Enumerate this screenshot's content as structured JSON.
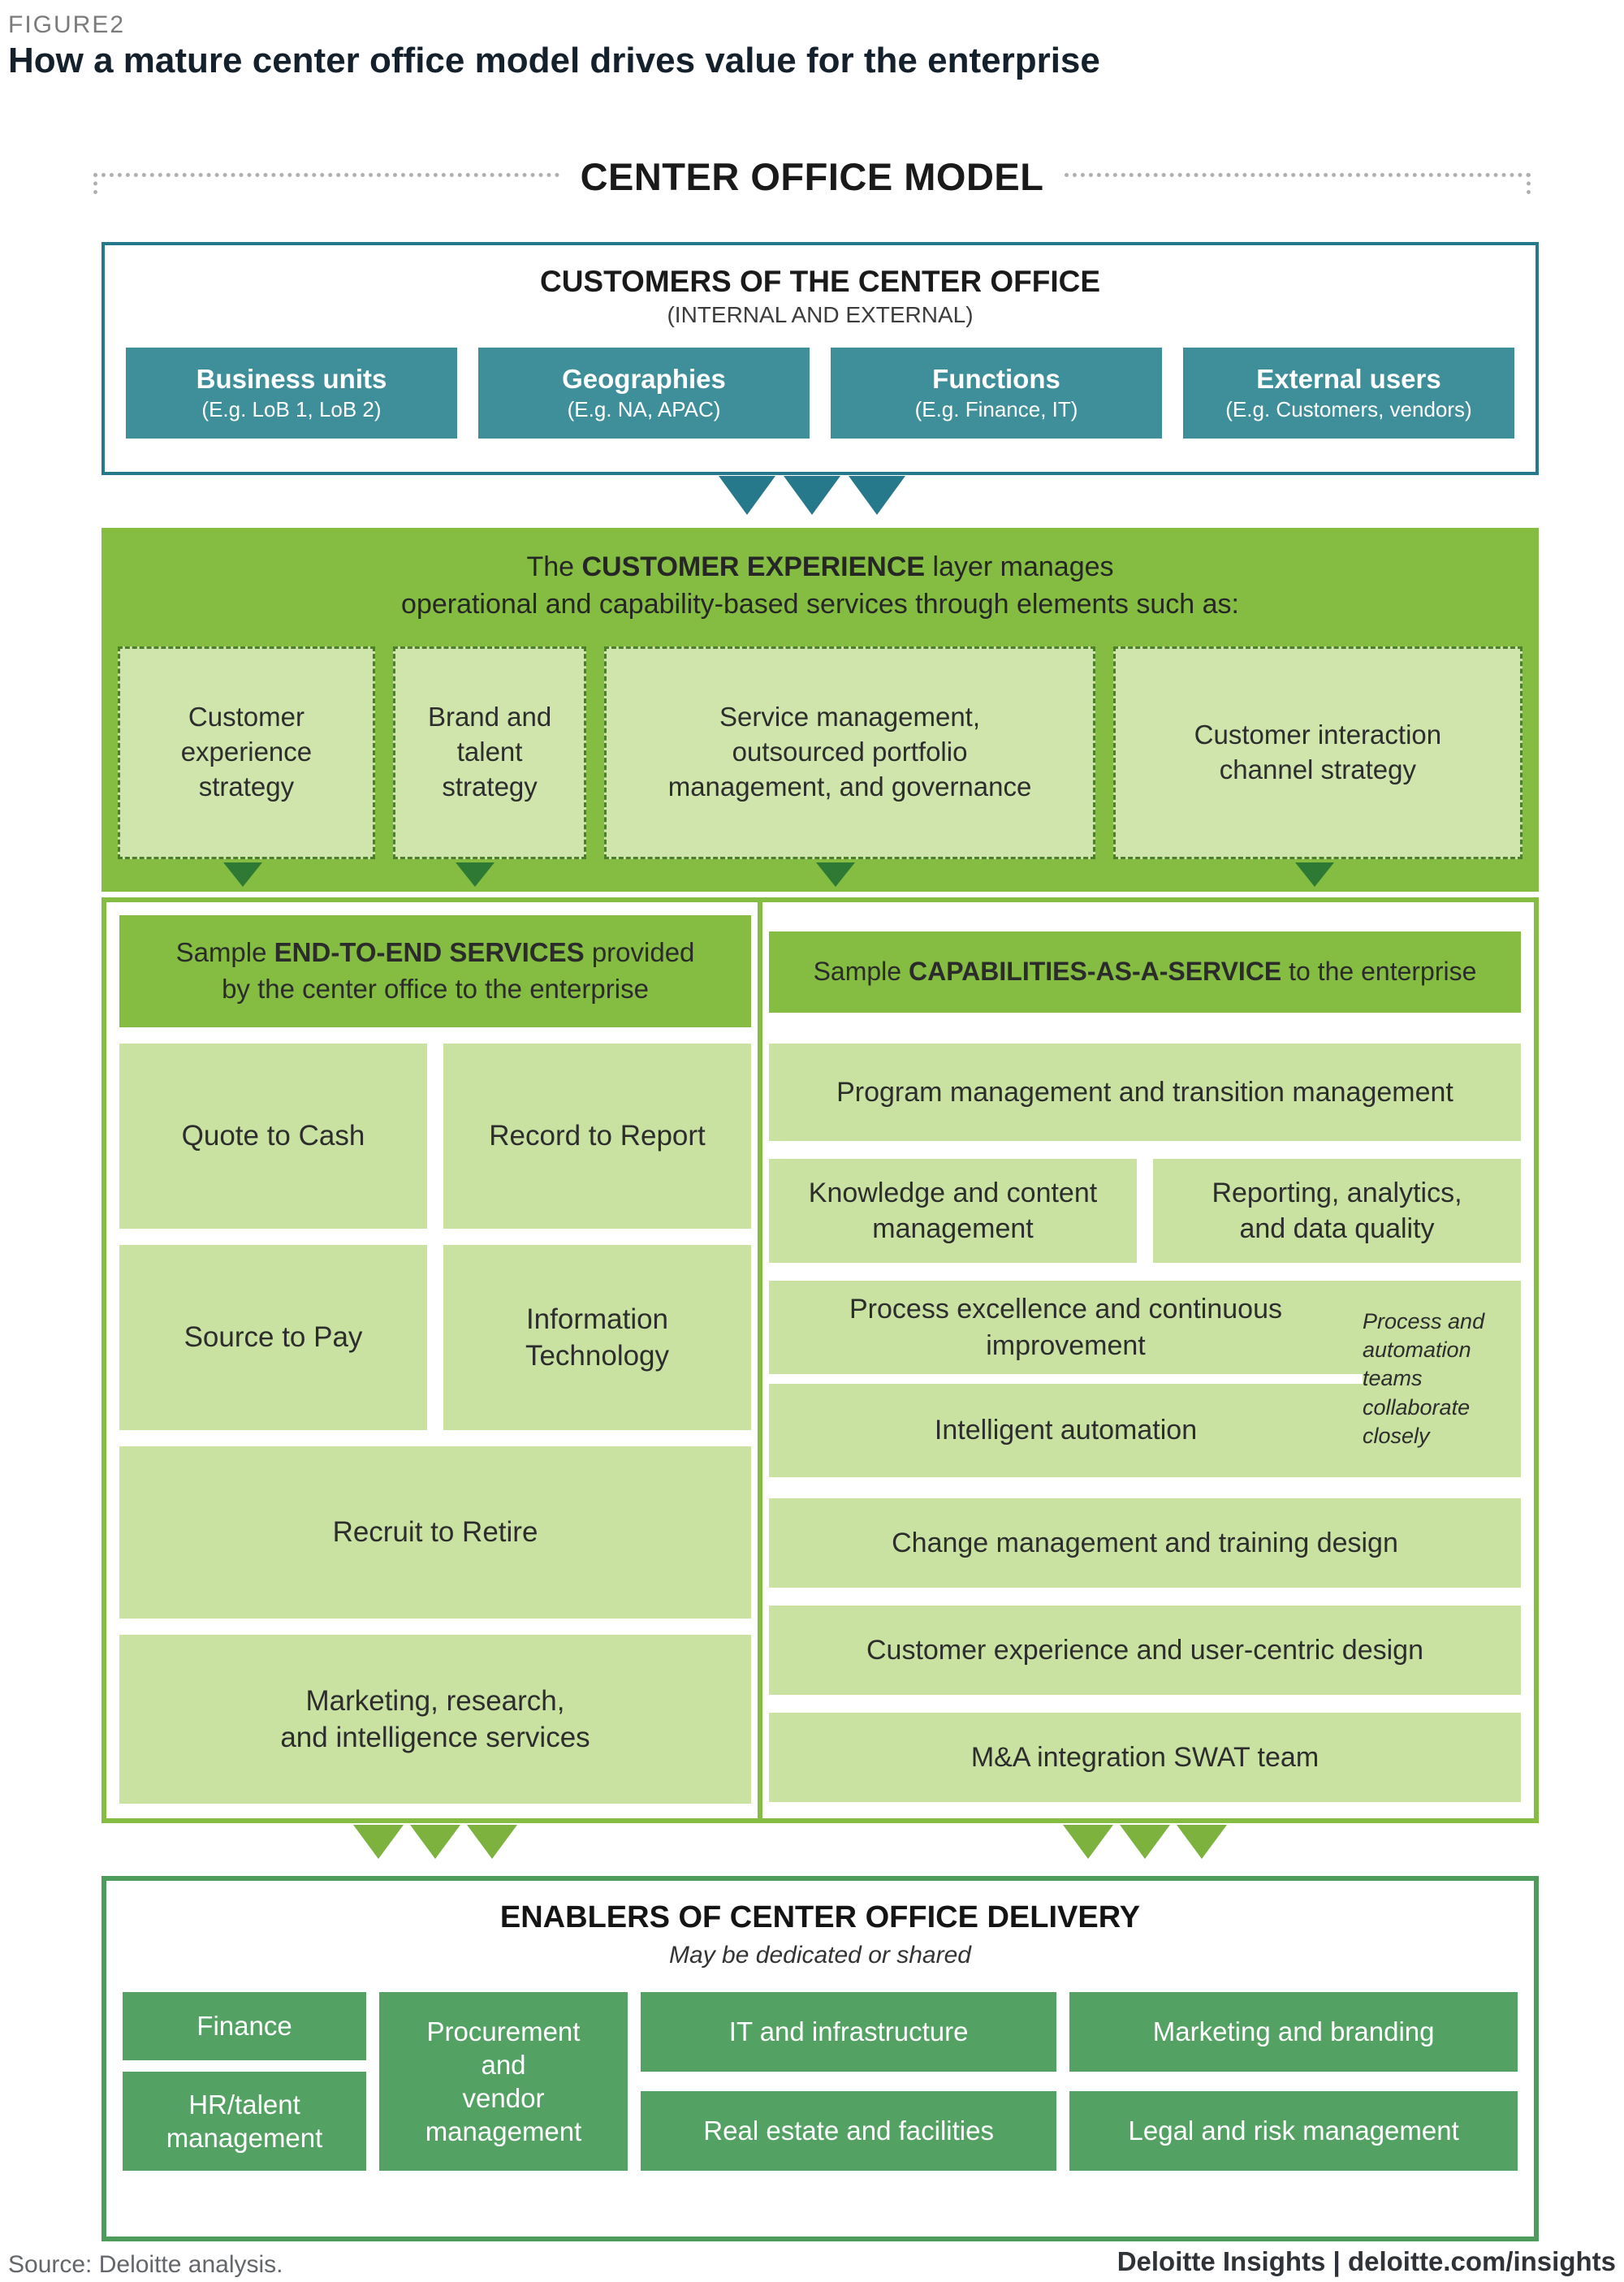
{
  "figure": {
    "label": "FIGURE2",
    "title": "How a mature center office model drives value for the enterprise",
    "model_heading": "CENTER OFFICE MODEL",
    "source": "Source: Deloitte analysis.",
    "brand": "Deloitte Insights | deloitte.com/insights"
  },
  "colors": {
    "teal_fill": "#3E8F9A",
    "teal_border": "#26798B",
    "green": "#84BD41",
    "green_light": "#C9E2A2",
    "green_arrow_dark": "#2E7A35",
    "enabler_green": "#54A164",
    "enabler_border": "#4E9C5C"
  },
  "customers": {
    "title": "CUSTOMERS OF THE CENTER OFFICE",
    "subtitle": "(INTERNAL AND EXTERNAL)",
    "items": [
      {
        "label": "Business units",
        "sublabel": "(E.g. LoB 1, LoB 2)"
      },
      {
        "label": "Geographies",
        "sublabel": "(E.g. NA, APAC)"
      },
      {
        "label": "Functions",
        "sublabel": "(E.g. Finance, IT)"
      },
      {
        "label": "External users",
        "sublabel": "(E.g. Customers, vendors)"
      }
    ]
  },
  "customer_experience": {
    "line1_prefix": "The ",
    "line1_bold": "CUSTOMER EXPERIENCE",
    "line1_suffix": " layer manages",
    "line2": "operational and capability-based services through elements such as:",
    "items": [
      "Customer experience strategy",
      "Brand and talent strategy",
      "Service management,\noutsourced portfolio\nmanagement, and governance",
      "Customer interaction\nchannel strategy"
    ]
  },
  "end_to_end": {
    "header_prefix": "Sample ",
    "header_bold": "END-TO-END SERVICES",
    "header_suffix": " provided by the center office to the enterprise",
    "items": [
      "Quote to Cash",
      "Record to Report",
      "Source to Pay",
      "Information\nTechnology",
      "Recruit to Retire",
      "Marketing, research,\nand intelligence services"
    ]
  },
  "capabilities": {
    "header_prefix": "Sample ",
    "header_bold": "CAPABILITIES-AS-A-SERVICE",
    "header_suffix": " to the enterprise",
    "items": [
      "Program management and transition management",
      "Knowledge and content\nmanagement",
      "Reporting, analytics,\nand data quality",
      "Process excellence and\ncontinuous improvement",
      "Intelligent automation",
      "Change management and training design",
      "Customer experience and user-centric design",
      "M&A integration SWAT team"
    ],
    "note": "Process and automation teams collaborate closely"
  },
  "enablers": {
    "title": "ENABLERS OF CENTER OFFICE DELIVERY",
    "subtitle": "May be dedicated or shared",
    "items": [
      "Finance",
      "HR/talent\nmanagement",
      "Procurement\nand\nvendor\nmanagement",
      "IT and infrastructure",
      "Real estate and facilities",
      "Marketing and branding",
      "Legal and risk management"
    ]
  }
}
